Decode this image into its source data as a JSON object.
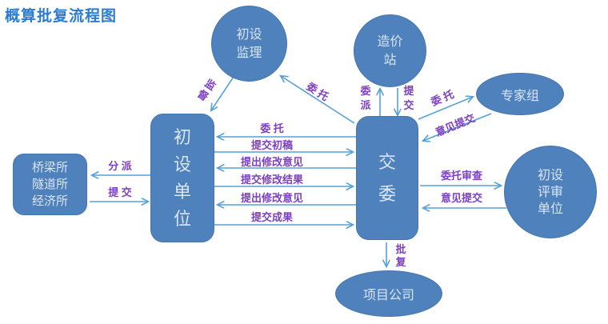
{
  "title": "概算批复流程图",
  "colors": {
    "node_fill": "#4f81bd",
    "node_text": "#d9e6f3",
    "arrow": "#57a1da",
    "label": "#7d3fc1",
    "title": "#2c7cd0"
  },
  "nodes": {
    "chushe_jianli": "初设\n监理",
    "zaojiazhan": "造价\n站",
    "zhuanjiazu": "专家组",
    "chushe_pingshen": "初设\n评审\n单位",
    "chushe_danwei": "初\n设\n单\n位",
    "jiaowei": "交\n委",
    "institutes": "桥梁所\n隧道所\n经济所",
    "xiangmu_gongsi": "项目公司"
  },
  "labels": {
    "jiandu": "监\n督",
    "weituo_jianli": "委 托",
    "weipai": "委\n派",
    "tijiao_zaojia": "提\n交",
    "weituo_zhuanjia": "委 托",
    "yijian_zhuanjia": "意见提交",
    "fenpai": "分 派",
    "tijiao_institutes": "提 交",
    "weituo_mid": "委 托",
    "tijiao_chugao": "提交初稿",
    "tichu_xiugai_yijian_1": "提出修改意见",
    "tijiao_xiugai_jieguo": "提交修改结果",
    "tichu_xiugai_yijian_2": "提出修改意见",
    "tijiao_chengguo": "提交成果",
    "weituo_shencha": "委托审查",
    "yijian_tijiao_pingshen": "意见提交",
    "pifu": "批\n复"
  }
}
